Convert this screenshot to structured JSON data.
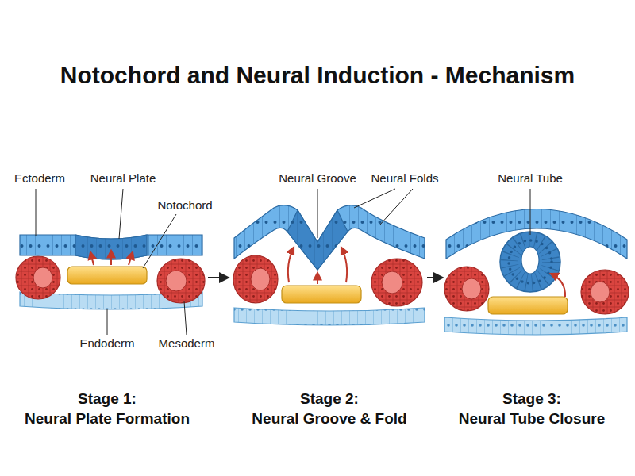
{
  "diagram": {
    "title": "Notochord and Neural Induction - Mechanism",
    "labels": [
      "Ectoderm",
      "Neural Plate",
      "Notochord",
      "Endoderm",
      "Mesoderm",
      "Neural Groove",
      "Neural Folds",
      "Neural Tube",
      "Stage 1:",
      "Neural Plate Formation",
      "Stage 2:",
      "Neural Groove & Fold",
      "Stage 3:",
      "Neural Tube Closure"
    ]
  }
}
